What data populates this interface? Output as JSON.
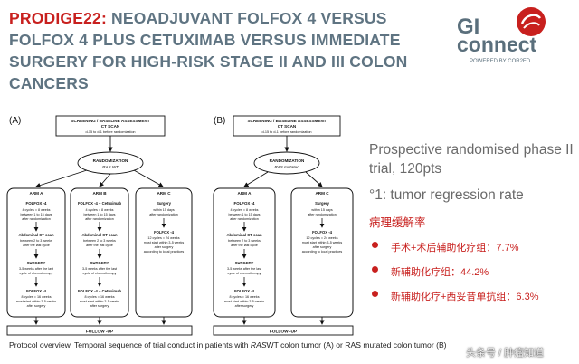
{
  "title": {
    "prefix": "PRODIGE22:",
    "text": " NEOADJUVANT FOLFOX 4 VERSUS FOLFOX 4 PLUS CETUXIMAB VERSUS IMMEDIATE SURGERY FOR HIGH-RISK STAGE II AND III COLON CANCERS"
  },
  "logo": {
    "gi": "GI",
    "connect": "connect",
    "powered": "POWERED BY COR2ED"
  },
  "diagram_a": {
    "label": "(A)",
    "screening_title": "SCREENING / BASELINE ASSESSMENT",
    "screening_sub": "CT SCAN",
    "screening_note": "d-15 to d-1 before randomization",
    "randomization": "RANDOMIZATION",
    "strat": "RAS WT",
    "arms": [
      {
        "title": "ARM A",
        "steps": [
          "FOLFOX -4",
          "4 cycles = 8 weeks",
          "between 1 to 15 days",
          "after randomization",
          "Abdominal CT scan",
          "between 2 to 3 weeks",
          "after the last cycle",
          "SURGERY",
          "3-5 weeks after the last",
          "cycle of chemotherapy",
          "FOLFOX -4",
          "8 cycles = 16 weeks",
          "must start within 3-5 weeks",
          "after surgery"
        ]
      },
      {
        "title": "ARM B",
        "steps": [
          "FOLFOX -4 + Cetuximab",
          "4 cycles = 8 weeks",
          "between 1 to 15 days",
          "after randomization",
          "Abdominal CT scan",
          "between 2 to 3 weeks",
          "after the last cycle",
          "SURGERY",
          "3-5 weeks after the last",
          "cycle of chemotherapy",
          "FOLFOX -4 + Cetuximab",
          "8 cycles = 16 weeks",
          "must start within 3-5 weeks",
          "after surgery"
        ]
      },
      {
        "title": "ARM C",
        "steps": [
          "Surgery",
          "within 15 days",
          "after randomization",
          "FOLFOX -4",
          "12 cycles = 24 weeks",
          "must start within 3-5 weeks",
          "after surgery",
          "according to local practices"
        ]
      }
    ],
    "follow": "FOLLOW -UP"
  },
  "diagram_b": {
    "label": "(B)",
    "screening_title": "SCREENING / BASELINE ASSESSMENT",
    "screening_sub": "CT SCAN",
    "screening_note": "d-15 to d-1 before randomization",
    "randomization": "RANDOMIZATION",
    "strat": "RAS mutated",
    "arms": [
      {
        "title": "ARM A",
        "steps": [
          "FOLFOX -4",
          "4 cycles = 8 weeks",
          "between 1 to 15 days",
          "after randomization",
          "Abdominal CT scan",
          "between 2 to 3 weeks",
          "after the last cycle",
          "SURGERY",
          "3-5 weeks after the last",
          "cycle of chemotherapy",
          "FOLFOX -4",
          "8 cycles = 16 weeks",
          "must start within 3-5 weeks",
          "after surgery"
        ]
      },
      {
        "title": "ARM C",
        "steps": [
          "Surgery",
          "within 15 days",
          "after randomization",
          "FOLFOX -4",
          "12 cycles = 24 weeks",
          "must start within 3-5 weeks",
          "after surgery",
          "according to local practices"
        ]
      }
    ],
    "follow": "FOLLOW -UP"
  },
  "caption": {
    "pre": "Protocol overview. Temporal sequence of trial conduct in patients with ",
    "it": "RAS",
    "post": "WT colon tumor (A) or RAS mutated colon tumor (B)"
  },
  "right_panel": {
    "line1": "Prospective randomised phase II",
    "line2": "trial, 120pts",
    "line3": "°1: tumor regression rate",
    "heading": "病理缓解率",
    "bullets": [
      "手术+术后辅助化疗组：7.7%",
      "新辅助化疗组：44.2%",
      "新辅助化疗+西妥昔单抗组：6.3%"
    ]
  },
  "watermark": "头条号 / 肿瘤知道",
  "colors": {
    "accent_red": "#c8201e",
    "title_gray": "#5f7482"
  }
}
